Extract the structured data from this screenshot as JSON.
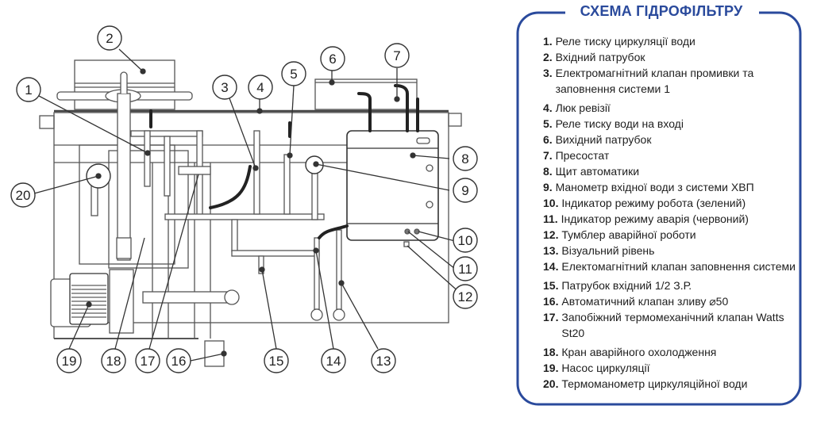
{
  "legend": {
    "title": "СХЕМА ГІДРОФІЛЬТРУ",
    "frame_color": "#2a4a9c",
    "items": [
      {
        "num": "1.",
        "text": "Реле тиску циркуляції води"
      },
      {
        "num": "2.",
        "text": "Вхідний патрубок"
      },
      {
        "num": "3.",
        "text": "Електромагнітний клапан промивки та заповнення системи 1"
      },
      {
        "num": "4.",
        "text": "Люк ревізії"
      },
      {
        "num": "5.",
        "text": "Реле тиску води на вході"
      },
      {
        "num": "6.",
        "text": "Вихідний патрубок"
      },
      {
        "num": "7.",
        "text": "Пресостат"
      },
      {
        "num": "8.",
        "text": "Щит автоматики"
      },
      {
        "num": "9.",
        "text": "Манометр вхідної води з системи ХВП"
      },
      {
        "num": "10.",
        "text": "Індикатор режиму робота (зелений)"
      },
      {
        "num": "11.",
        "text": "Індикатор режиму аварія (червоний)"
      },
      {
        "num": "12.",
        "text": "Тумблер аварійної роботи"
      },
      {
        "num": "13.",
        "text": "Візуальний рівень"
      },
      {
        "num": "14.",
        "text": "Електомагнітний клапан заповнення системи"
      },
      {
        "num": "15.",
        "text": "Патрубок вхідний 1/2 З.Р."
      },
      {
        "num": "16.",
        "text": "Автоматичний клапан зливу ⌀50"
      },
      {
        "num": "17.",
        "text": "Запобіжний термомеханічний клапан Watts St20"
      },
      {
        "num": "18.",
        "text": "Кран аварійного охолодження"
      },
      {
        "num": "19.",
        "text": "Насос циркуляції"
      },
      {
        "num": "20.",
        "text": "Термоманометр циркуляційної води"
      }
    ]
  },
  "callouts": [
    "1",
    "2",
    "3",
    "4",
    "5",
    "6",
    "7",
    "8",
    "9",
    "10",
    "11",
    "12",
    "13",
    "14",
    "15",
    "16",
    "17",
    "18",
    "19",
    "20"
  ]
}
